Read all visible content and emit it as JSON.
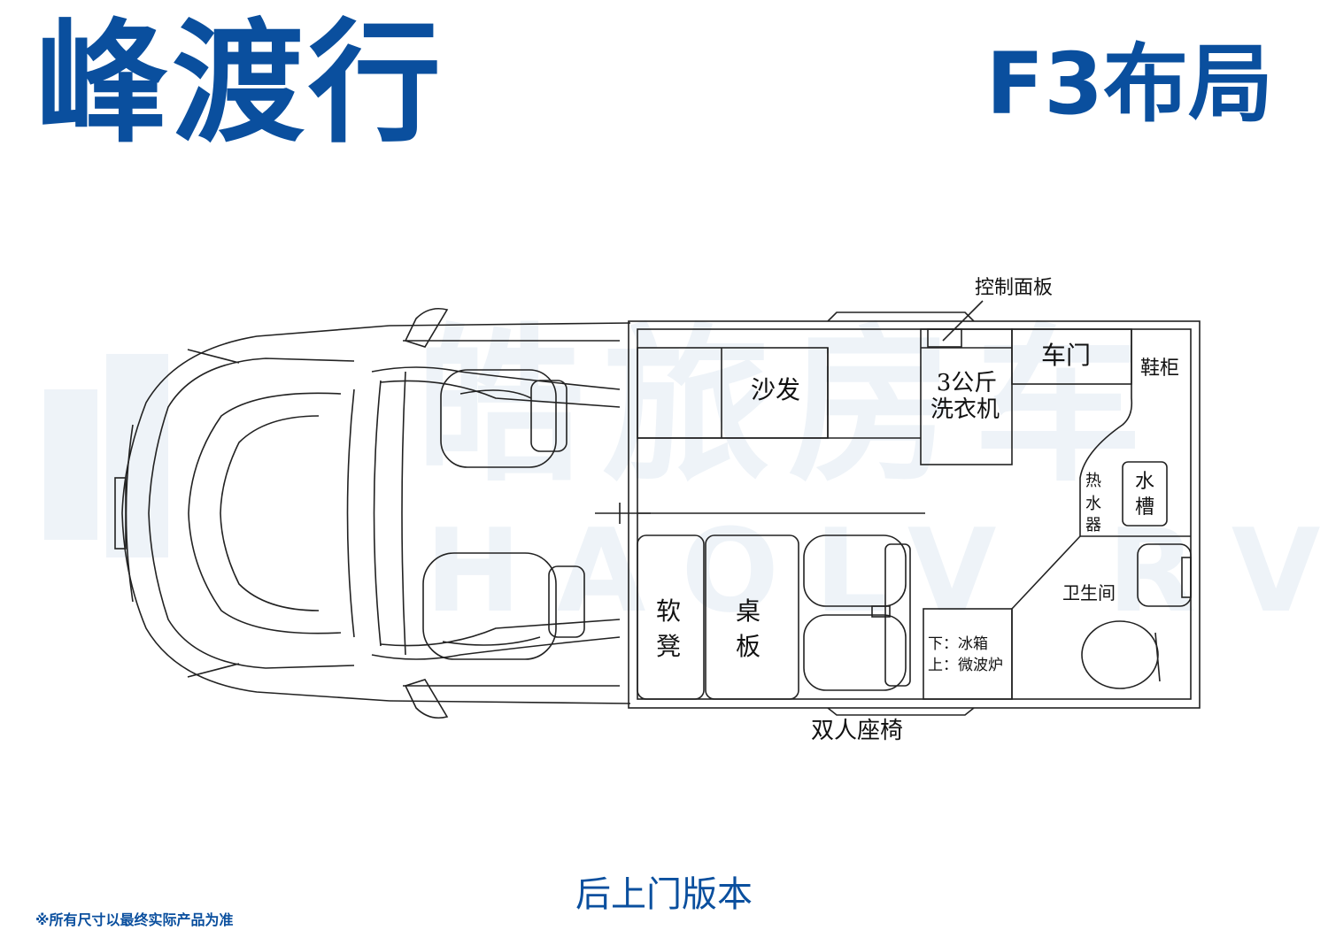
{
  "header": {
    "brand_title": "峰渡行",
    "layout_title": "F3布局"
  },
  "watermark": {
    "chinese": "皓旅房车",
    "english": "HAOLV RV"
  },
  "floor_plan": {
    "labels": {
      "control_panel": "控制面板",
      "sofa": "沙发",
      "washer_line1": "3公斤",
      "washer_line2": "洗衣机",
      "door": "车门",
      "shoe_cabinet": "鞋柜",
      "water_heater_1": "热",
      "water_heater_2": "水",
      "water_heater_3": "器",
      "sink_1": "水",
      "sink_2": "槽",
      "bathroom": "卫生间",
      "stool_1": "软",
      "stool_2": "凳",
      "table_1": "桌",
      "table_2": "板",
      "fridge": "下：冰箱",
      "microwave": "上：微波炉",
      "double_seat": "双人座椅"
    }
  },
  "footer": {
    "version": "后上门版本",
    "disclaimer": "※所有尺寸以最终实际产品为准"
  },
  "colors": {
    "brand_blue": "#0a4f9e",
    "watermark": "#eef3f8",
    "line": "#222222"
  }
}
